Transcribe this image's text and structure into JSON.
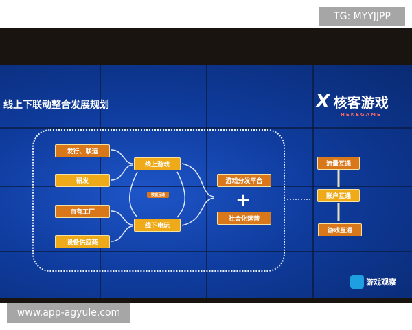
{
  "watermark_top": "TG: MYYJJPP",
  "watermark_bottom": "www.app-agyule.com",
  "slide": {
    "title": "线上下联动整合发展规划",
    "logo": {
      "mark": "X",
      "name": "核客游戏",
      "sub": "HEKEGAME"
    },
    "left_boxes": [
      "发行、联运",
      "研发",
      "自有工厂",
      "设备供应商"
    ],
    "hub": {
      "online": "线上游戏",
      "offline": "线下电玩",
      "center": "数据互通"
    },
    "outputs": [
      "游戏分发平台",
      "社会化运营"
    ],
    "plus": "+",
    "right_chain": [
      "流量互通",
      "账户互通",
      "游戏互通"
    ],
    "corner_logo": "游戏观察"
  },
  "colors": {
    "screen": "#0f3c9e",
    "orange": "#d9781a",
    "yellow": "#eeaa18"
  }
}
